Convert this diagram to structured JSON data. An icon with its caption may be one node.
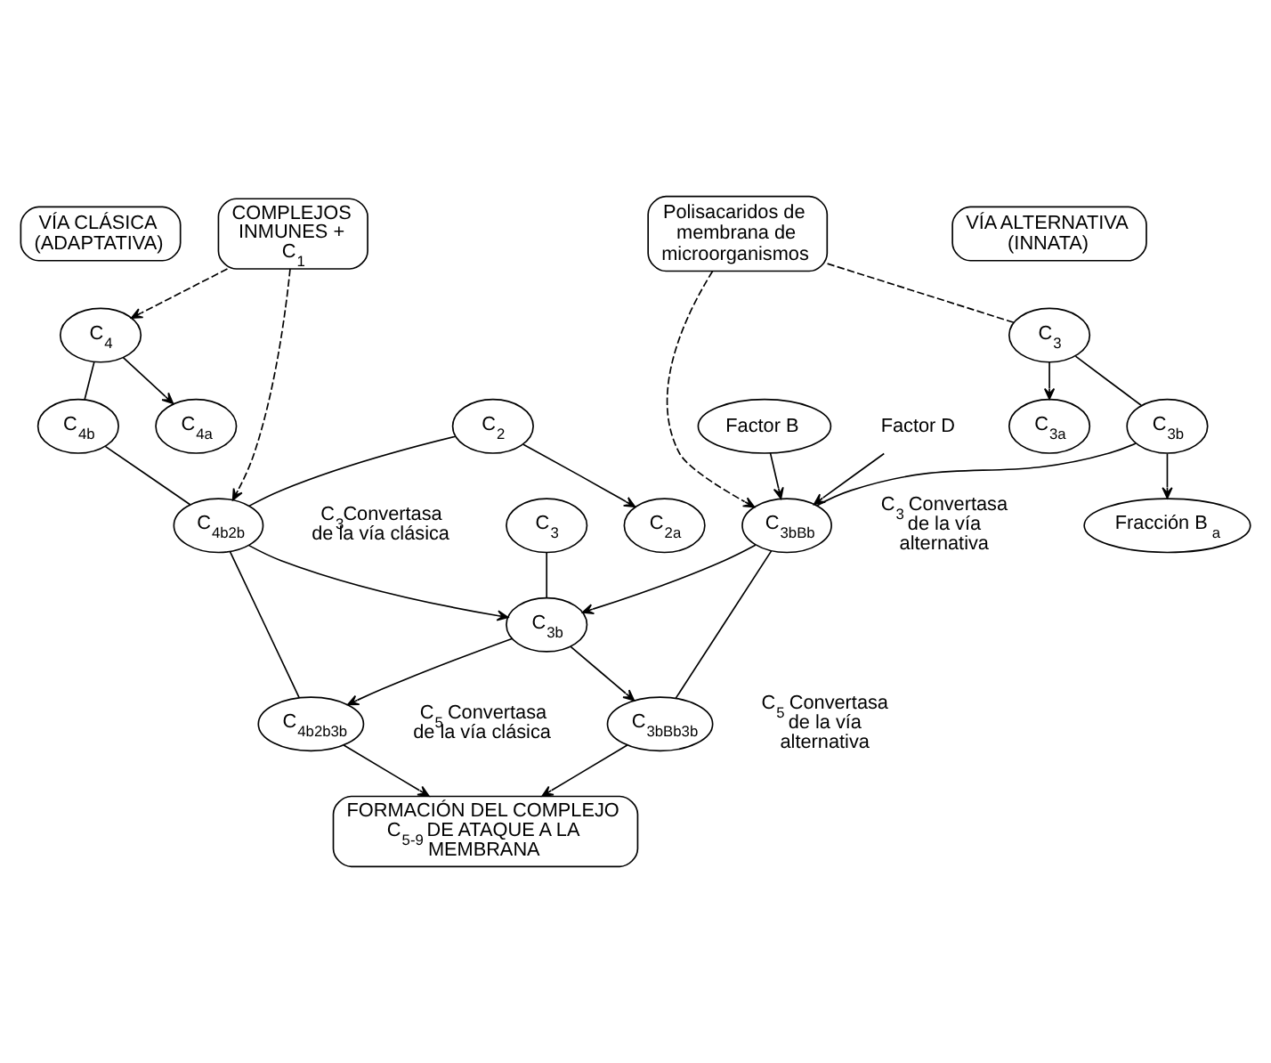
{
  "diagram": {
    "nodes": [
      {
        "text": [
          "VÍA CLÁSICA (ADAPTATIVA)"
        ]
      },
      {
        "text": [
          "VÍA ALTERNATIVA (INNATA)"
        ]
      },
      {
        "text": [
          "C$_{4}$"
        ]
      },
      {
        "text": [
          "C$_{4a}$"
        ]
      },
      {
        "text": [
          "COMPLEJOS INMUNES + C$_{1}$"
        ]
      },
      {
        "text": [
          "C$_{4b}$"
        ]
      },
      {
        "text": [
          "C$_{2}$"
        ]
      },
      {
        "text": [
          "C$_{2a}$"
        ]
      },
      {
        "text": [
          "C$_{4b2b}$"
        ],
        "beside": [
          "C$_{3}$Convertasa de la vía clásica"
        ]
      },
      {
        "text": [
          "C$_{4b2b3b}$"
        ],
        "beside": [
          "C$_{5}$ Convertasa de la vía clásica"
        ]
      },
      {
        "text": [
          "C$_{3}$"
        ]
      },
      {
        "text": [
          "C$_{3b}$"
        ]
      },
      {
        "text": [
          "C$_{3}$"
        ]
      },
      {
        "text": [
          "C$_{3a}$"
        ]
      },
      {
        "text": [
          "Polisacaridos de membrana de microorganismos"
        ]
      },
      {
        "text": [
          "C$_{3b}$"
        ]
      },
      {
        "text": [
          "Factor B"
        ]
      },
      {
        "text": [
          "Factor D"
        ]
      },
      {
        "text": [
          "Fracción B$_{a}$"
        ]
      },
      {
        "text": [
          "C$_{3bBb}$"
        ],
        "beside": [
          "C$_{3}$ Convertasa de la vía alternativa"
        ]
      },
      {
        "text": [
          "C$_{3bBb3b}$"
        ],
        "beside": [
          "C$_{5}$ Convertasa de la vía alternativa"
        ]
      },
      {
        "text": [
          "FORMACIÓN DEL COMPLEJO C$_{5-9}$ DE ATAQUE A LA MEMBRANA"
        ]
      }
    ],
    "edges": [
      {
        "from": 2,
        "to": 5,
        "arrow": "none"
      },
      {
        "from": 2,
        "to": 3,
        "arrow": "to"
      },
      {
        "from": 4,
        "to": 2,
        "arrow": "to",
        "style": "dashed"
      },
      {
        "from": 4,
        "to": 8,
        "arrow": "to",
        "style": "dashed"
      },
      {
        "from": 6,
        "to": 8,
        "arrow": "none"
      },
      {
        "from": 5,
        "to": 8,
        "arrow": "none"
      },
      {
        "from": 6,
        "to": 7,
        "arrow": "to"
      },
      {
        "from": 8,
        "to": 11,
        "arrow": "to"
      },
      {
        "from": 19,
        "to": 11,
        "arrow": "to"
      },
      {
        "from": 12,
        "to": 11,
        "arrow": "none"
      },
      {
        "from": 11,
        "to": 9,
        "arrow": "to"
      },
      {
        "from": 11,
        "to": 20,
        "arrow": "to"
      },
      {
        "from": 8,
        "to": 9,
        "arrow": "none"
      },
      {
        "from": 19,
        "to": 20,
        "arrow": "none"
      },
      {
        "from": 9,
        "to": 21,
        "arrow": "to"
      },
      {
        "from": 20,
        "to": 21,
        "arrow": "to"
      },
      {
        "from": 10,
        "to": 15,
        "arrow": "none"
      },
      {
        "from": 10,
        "to": 13,
        "arrow": "to"
      },
      {
        "from": 14,
        "to": 10,
        "arrow": "none",
        "style": "dashed"
      },
      {
        "from": 14,
        "to": 19,
        "arrow": "to",
        "style": "dashed"
      },
      {
        "from": 16,
        "to": 19,
        "arrow": "to"
      },
      {
        "from": 17,
        "to": 19,
        "arrow": "to"
      },
      {
        "from": 15,
        "to": 18,
        "arrow": "to"
      },
      {
        "from": 15,
        "to": 19,
        "arrow": "none"
      }
    ]
  }
}
